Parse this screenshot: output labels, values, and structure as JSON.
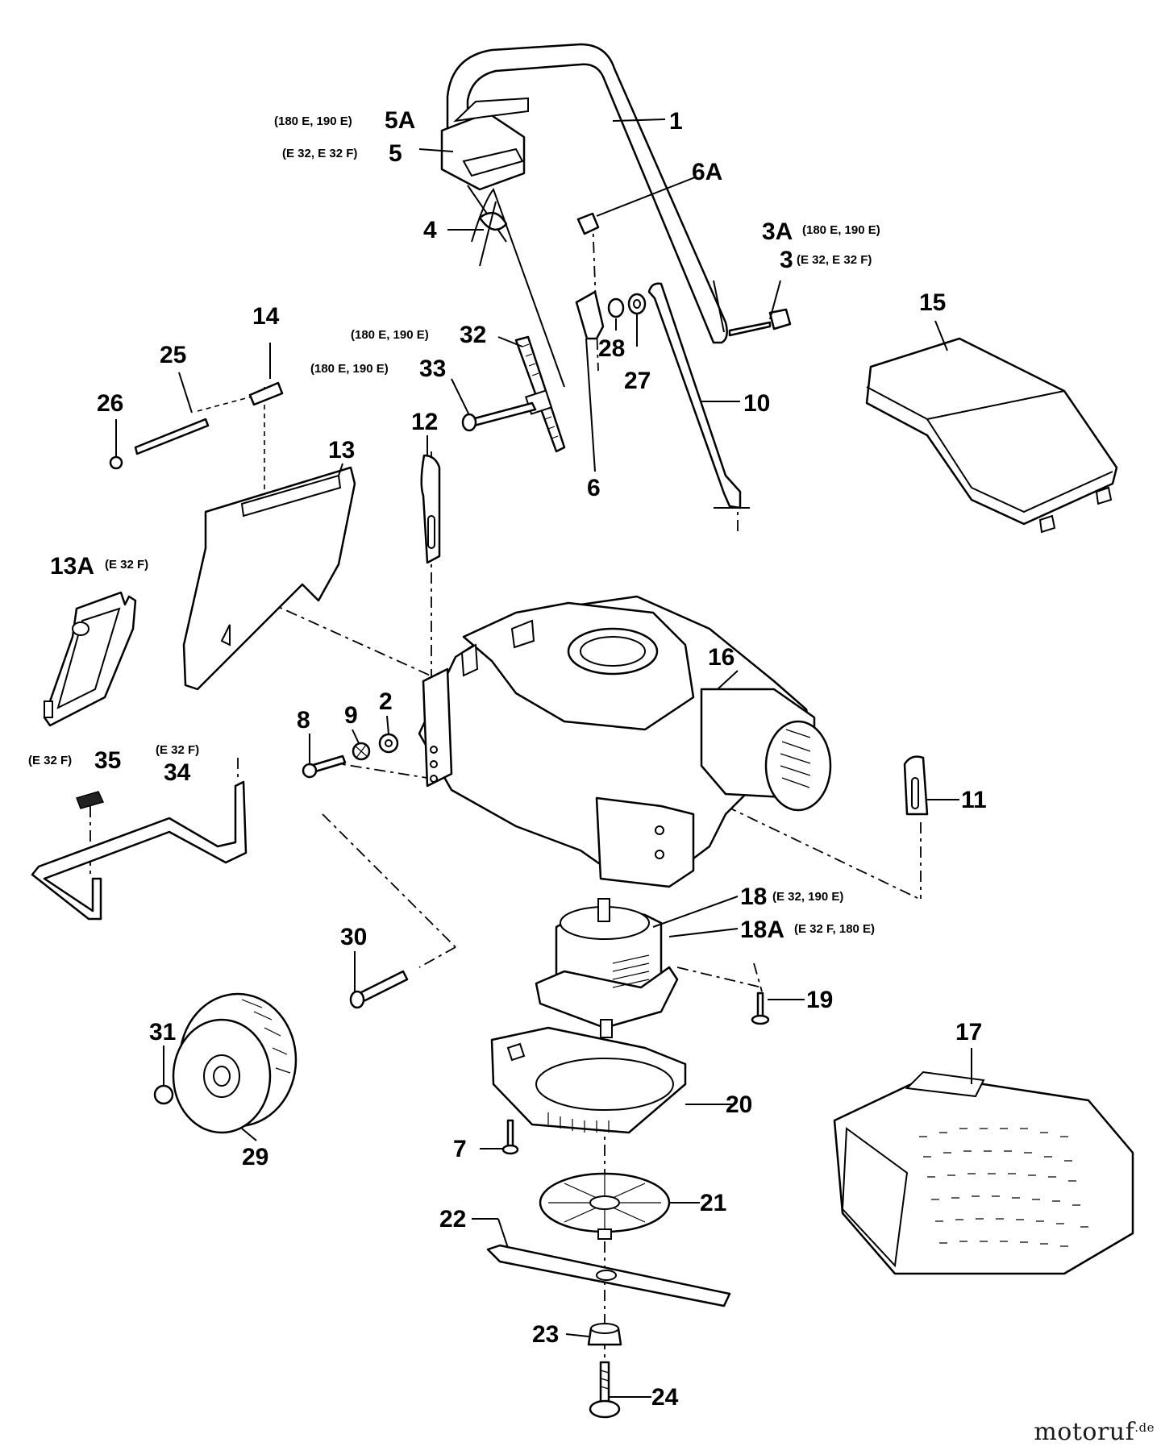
{
  "labels": [
    {
      "id": "p1",
      "text": "1"
    },
    {
      "id": "p5A",
      "text": "5A",
      "note": "(180 E, 190 E)"
    },
    {
      "id": "p5",
      "text": "5",
      "note": "(E 32, E 32 F)"
    },
    {
      "id": "p6A",
      "text": "6A"
    },
    {
      "id": "p4",
      "text": "4"
    },
    {
      "id": "p3A",
      "text": "3A",
      "note": "(180 E, 190 E)"
    },
    {
      "id": "p3",
      "text": "3",
      "note": "(E 32, E 32 F)"
    },
    {
      "id": "p15",
      "text": "15"
    },
    {
      "id": "p14",
      "text": "14"
    },
    {
      "id": "p25",
      "text": "25"
    },
    {
      "id": "p26",
      "text": "26"
    },
    {
      "id": "p32",
      "text": "32",
      "note": "(180 E, 190 E)"
    },
    {
      "id": "p33",
      "text": "33",
      "note": "(180 E, 190 E)"
    },
    {
      "id": "p28",
      "text": "28"
    },
    {
      "id": "p27",
      "text": "27"
    },
    {
      "id": "p10",
      "text": "10"
    },
    {
      "id": "p12",
      "text": "12"
    },
    {
      "id": "p13",
      "text": "13"
    },
    {
      "id": "p6",
      "text": "6"
    },
    {
      "id": "p13A",
      "text": "13A",
      "note": "(E 32 F)"
    },
    {
      "id": "p16",
      "text": "16"
    },
    {
      "id": "p8",
      "text": "8"
    },
    {
      "id": "p9",
      "text": "9"
    },
    {
      "id": "p2",
      "text": "2"
    },
    {
      "id": "p35",
      "text": "35",
      "note": "(E 32 F)"
    },
    {
      "id": "p34",
      "text": "34",
      "note": "(E 32 F)"
    },
    {
      "id": "p11",
      "text": "11"
    },
    {
      "id": "p18",
      "text": "18",
      "note": "(E 32, 190 E)"
    },
    {
      "id": "p18A",
      "text": "18A",
      "note": "(E 32 F, 180 E)"
    },
    {
      "id": "p30",
      "text": "30"
    },
    {
      "id": "p19",
      "text": "19"
    },
    {
      "id": "p17",
      "text": "17"
    },
    {
      "id": "p31",
      "text": "31"
    },
    {
      "id": "p20",
      "text": "20"
    },
    {
      "id": "p29",
      "text": "29"
    },
    {
      "id": "p7",
      "text": "7"
    },
    {
      "id": "p21",
      "text": "21"
    },
    {
      "id": "p22",
      "text": "22"
    },
    {
      "id": "p23",
      "text": "23"
    },
    {
      "id": "p24",
      "text": "24"
    }
  ],
  "watermark": {
    "text": "motoruf",
    "suffix": ".de"
  }
}
